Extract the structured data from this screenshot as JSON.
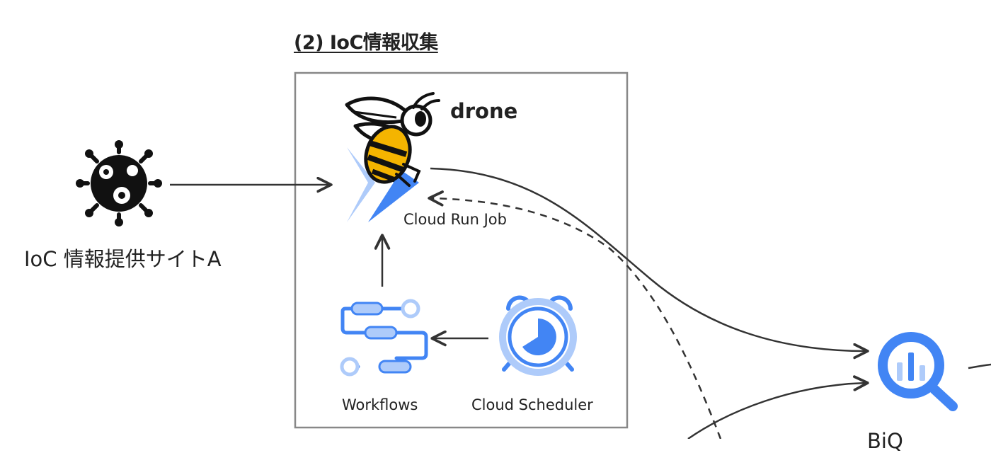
{
  "section": {
    "title": "(2) IoC情報収集"
  },
  "nodes": {
    "drone": {
      "label": "drone",
      "icon": "bee-icon"
    },
    "cloud_run_job": {
      "label": "Cloud Run Job",
      "icon": "cloud-run-icon"
    },
    "ioc_source": {
      "label": "IoC 情報提供サイトA",
      "icon": "virus-icon"
    },
    "workflows": {
      "label": "Workflows",
      "icon": "workflows-icon"
    },
    "cloud_scheduler": {
      "label": "Cloud Scheduler",
      "icon": "alarm-clock-icon"
    },
    "bigquery": {
      "label": "BiQ",
      "icon": "bigquery-icon"
    }
  },
  "colors": {
    "google_blue": "#4285f4",
    "light_blue": "#aecbfa",
    "arrow": "#333333",
    "box_border": "#888888",
    "bee_yellow": "#f4b400"
  }
}
